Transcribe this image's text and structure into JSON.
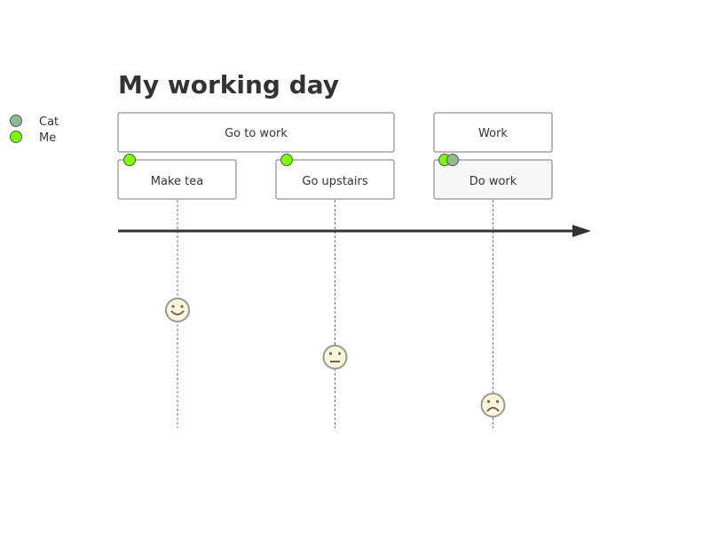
{
  "diagram": {
    "title": "My working day",
    "actors": [
      {
        "name": "Cat",
        "color": "#8fbc8f"
      },
      {
        "name": "Me",
        "color": "#7cfc00"
      }
    ],
    "sections": [
      {
        "label": "Go to work",
        "fill": "#ffffff"
      },
      {
        "label": "Work",
        "fill": "#f7f7f7"
      }
    ],
    "tasks": [
      {
        "label": "Make tea",
        "section": 0,
        "actors": [
          "Me"
        ],
        "mood": "happy",
        "score": 5,
        "fill": "#ffffff"
      },
      {
        "label": "Go upstairs",
        "section": 0,
        "actors": [
          "Me"
        ],
        "mood": "neutral",
        "score": 3,
        "fill": "#ffffff"
      },
      {
        "label": "Do work",
        "section": 1,
        "actors": [
          "Me",
          "Cat"
        ],
        "mood": "sad",
        "score": 1,
        "fill": "#f7f7f7"
      }
    ],
    "colors": {
      "text": "#333333",
      "border": "#777777",
      "arrow": "#333333",
      "face_fill": "#fff6d9"
    }
  }
}
